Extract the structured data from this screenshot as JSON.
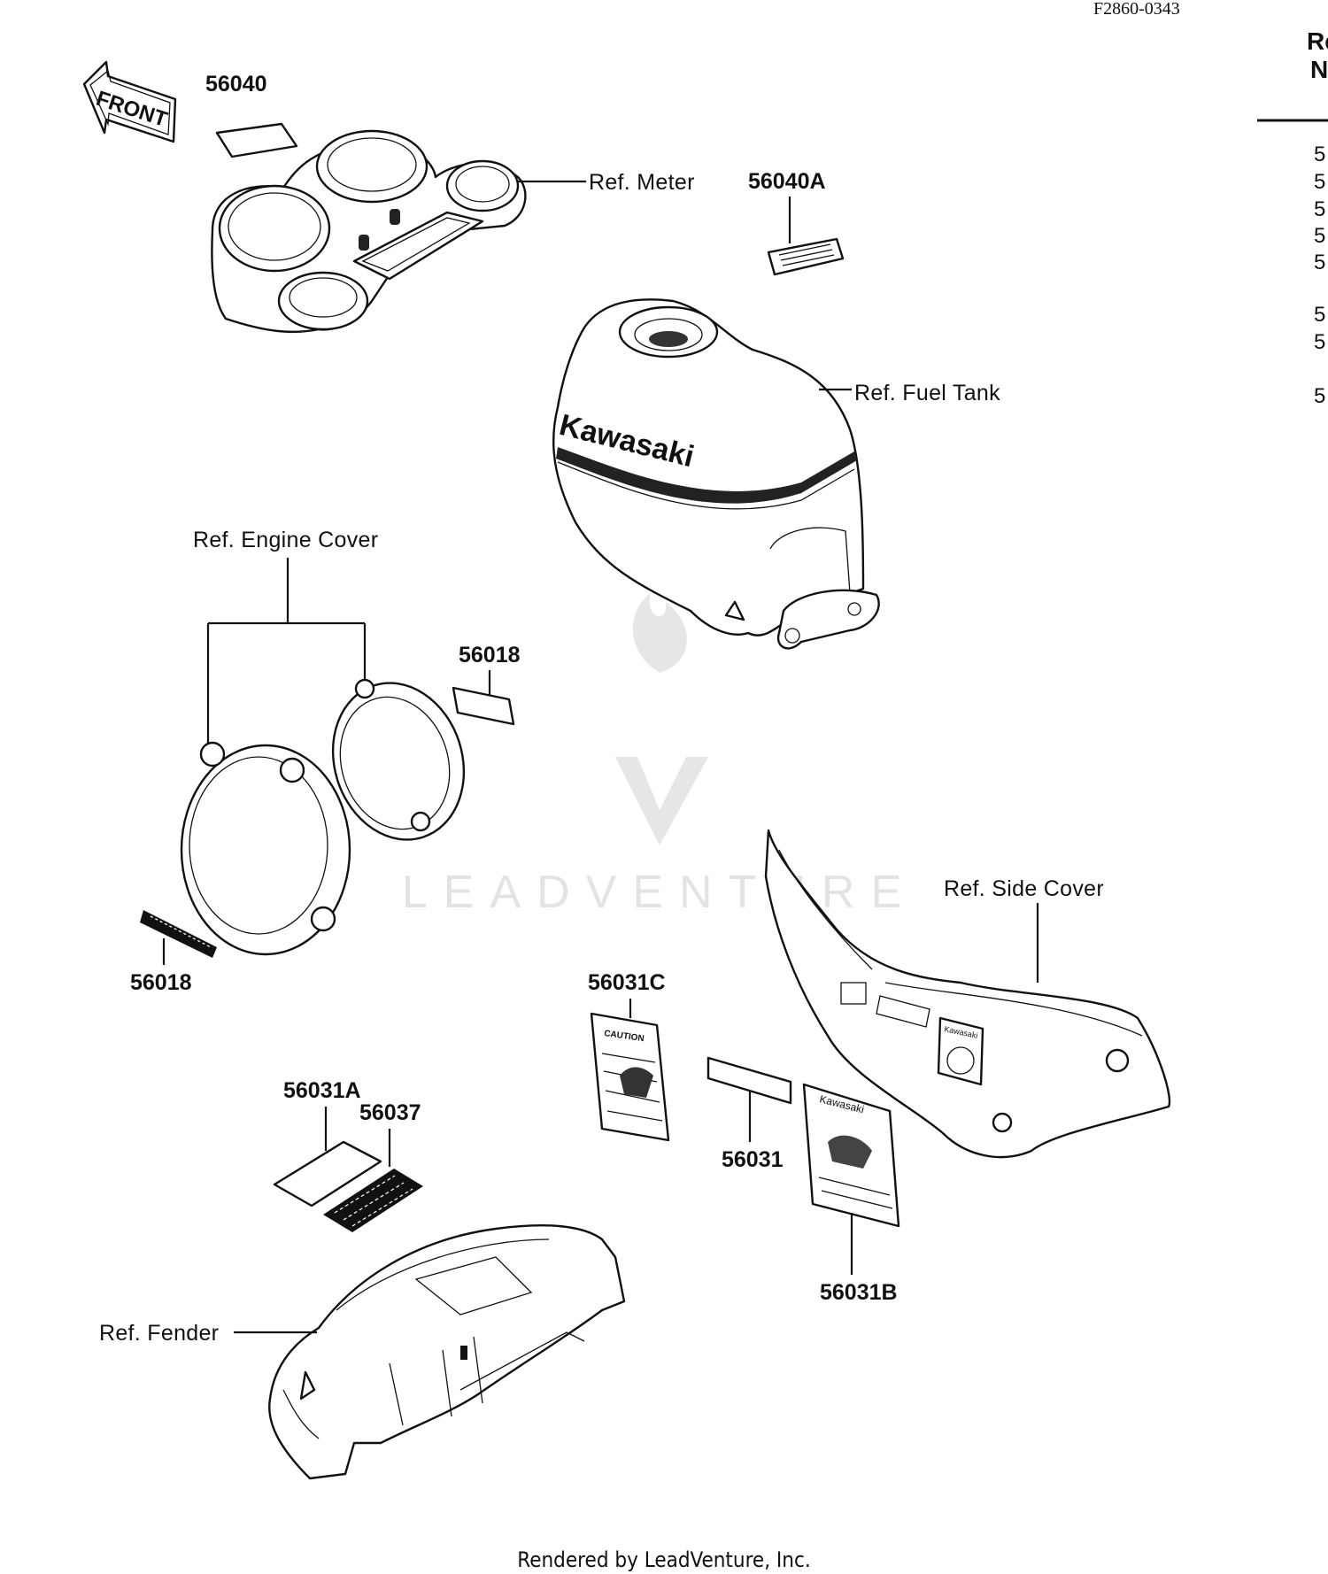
{
  "figure_id": "F2860-0343",
  "front_badge": "FRONT",
  "tank_brand": "Kawasaki",
  "side_cover_brand": "Kawasaki",
  "decal_caution": "CAUTION",
  "watermark_text": "LEADVENTURE",
  "footer_text": "Rendered by LeadVenture, Inc.",
  "ref_labels": {
    "meter": "Ref. Meter",
    "fuel_tank": "Ref. Fuel Tank",
    "engine_cover": "Ref. Engine Cover",
    "side_cover": "Ref. Side Cover",
    "fender": "Ref. Fender"
  },
  "part_codes": {
    "p56040": "56040",
    "p56040A": "56040A",
    "p56018_top": "56018",
    "p56018_bottom": "56018",
    "p56031C": "56031C",
    "p56031A": "56031A",
    "p56037": "56037",
    "p56031": "56031",
    "p56031B": "56031B"
  },
  "right_panel": {
    "header_line1": "Re",
    "header_line2": "N",
    "rows": [
      "5",
      "5",
      "5",
      "5",
      "5",
      "5",
      "5",
      "5"
    ]
  }
}
